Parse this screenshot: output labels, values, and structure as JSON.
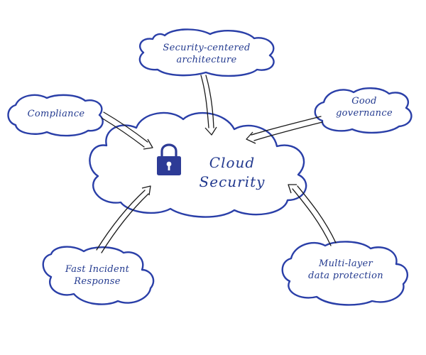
{
  "center": {
    "lines": [
      "Cloud",
      "Security"
    ],
    "icon": "padlock-icon",
    "icon_color": "#2d3b96"
  },
  "nodes": [
    {
      "id": "security-centered-architecture",
      "lines": [
        "Security-centered",
        "architecture"
      ]
    },
    {
      "id": "compliance",
      "lines": [
        "Compliance"
      ]
    },
    {
      "id": "good-governance",
      "lines": [
        "Good",
        "governance"
      ]
    },
    {
      "id": "fast-incident-response",
      "lines": [
        "Fast Incident",
        "Response"
      ]
    },
    {
      "id": "multi-layer-data-protection",
      "lines": [
        "Multi-layer",
        "data protection"
      ]
    }
  ],
  "colors": {
    "outline": "#2a3fa8",
    "text": "#233a8f",
    "arrow": "#1a1a1a",
    "background": "#ffffff"
  }
}
